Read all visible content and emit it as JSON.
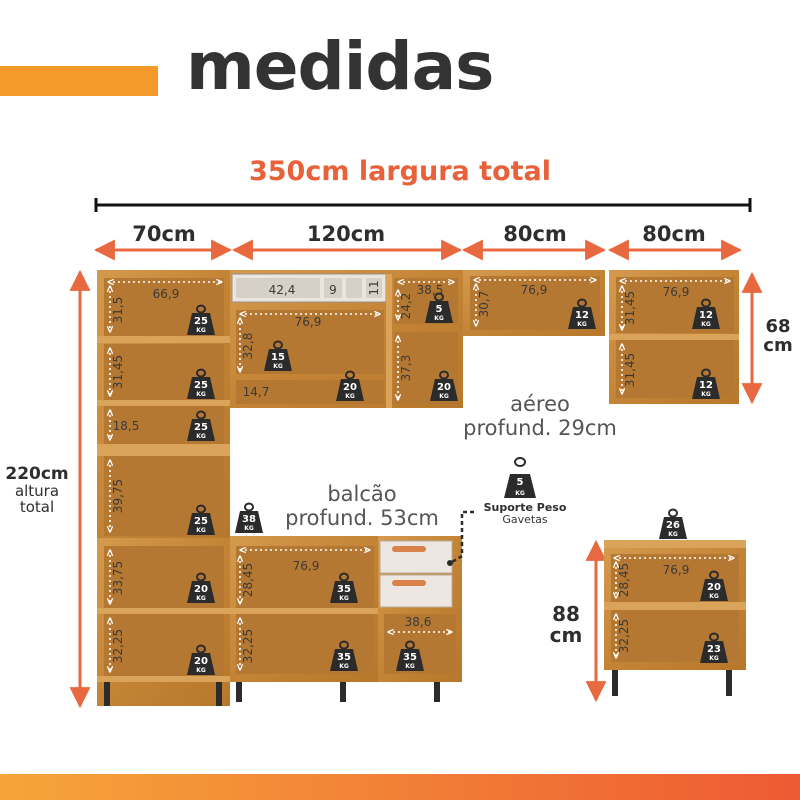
{
  "header": {
    "title": "medidas"
  },
  "total_width": "350cm largura total",
  "segments": [
    "70cm",
    "120cm",
    "80cm",
    "80cm"
  ],
  "side": {
    "height_value": "220cm",
    "height_line1": "altura",
    "height_line2": "total",
    "upper_value": "68",
    "upper_unit": "cm",
    "lower_value": "88",
    "lower_unit": "cm"
  },
  "upper_depth": {
    "line1": "aéreo",
    "line2": "profund. 29cm"
  },
  "lower_depth": {
    "line1": "balcão",
    "line2": "profund. 53cm"
  },
  "support": {
    "weight": "5",
    "unit": "KG",
    "title": "Suporte Peso",
    "subtitle": "Gavetas"
  },
  "colors": {
    "accent": "#e8613a",
    "wood": "#c8893d",
    "arrow": "#e8693f",
    "dark": "#2b2b2b"
  },
  "dimensions": {
    "d1": "66,9",
    "d2": "31,5",
    "d3": "31,45",
    "d4": "18,5",
    "d5": "39,75",
    "d6": "33,75",
    "d7": "32,25",
    "d8": "42,4",
    "d9": "9",
    "d10": "11",
    "d11": "76,9",
    "d12": "32,8",
    "d13": "14,7",
    "d14": "38,5",
    "d15": "24,2",
    "d16": "37,3",
    "d17": "76,9",
    "d18": "30,7",
    "d19": "76,9",
    "d20": "31,45",
    "d21": "31,45",
    "d22": "76,9",
    "d23": "28,45",
    "d24": "32,25",
    "d25": "38,6",
    "d26": "76,9",
    "d27": "28,45",
    "d28": "32,25"
  },
  "weights": [
    {
      "value": "25",
      "unit": "KG"
    },
    {
      "value": "25",
      "unit": "KG"
    },
    {
      "value": "25",
      "unit": "KG"
    },
    {
      "value": "25",
      "unit": "KG"
    },
    {
      "value": "38",
      "unit": "KG"
    },
    {
      "value": "20",
      "unit": "KG"
    },
    {
      "value": "20",
      "unit": "KG"
    },
    {
      "value": "15",
      "unit": "KG"
    },
    {
      "value": "20",
      "unit": "KG"
    },
    {
      "value": "5",
      "unit": "KG"
    },
    {
      "value": "20",
      "unit": "KG"
    },
    {
      "value": "12",
      "unit": "KG"
    },
    {
      "value": "12",
      "unit": "KG"
    },
    {
      "value": "12",
      "unit": "KG"
    },
    {
      "value": "35",
      "unit": "KG"
    },
    {
      "value": "35",
      "unit": "KG"
    },
    {
      "value": "35",
      "unit": "KG"
    },
    {
      "value": "26",
      "unit": "KG"
    },
    {
      "value": "20",
      "unit": "KG"
    },
    {
      "value": "23",
      "unit": "KG"
    }
  ]
}
